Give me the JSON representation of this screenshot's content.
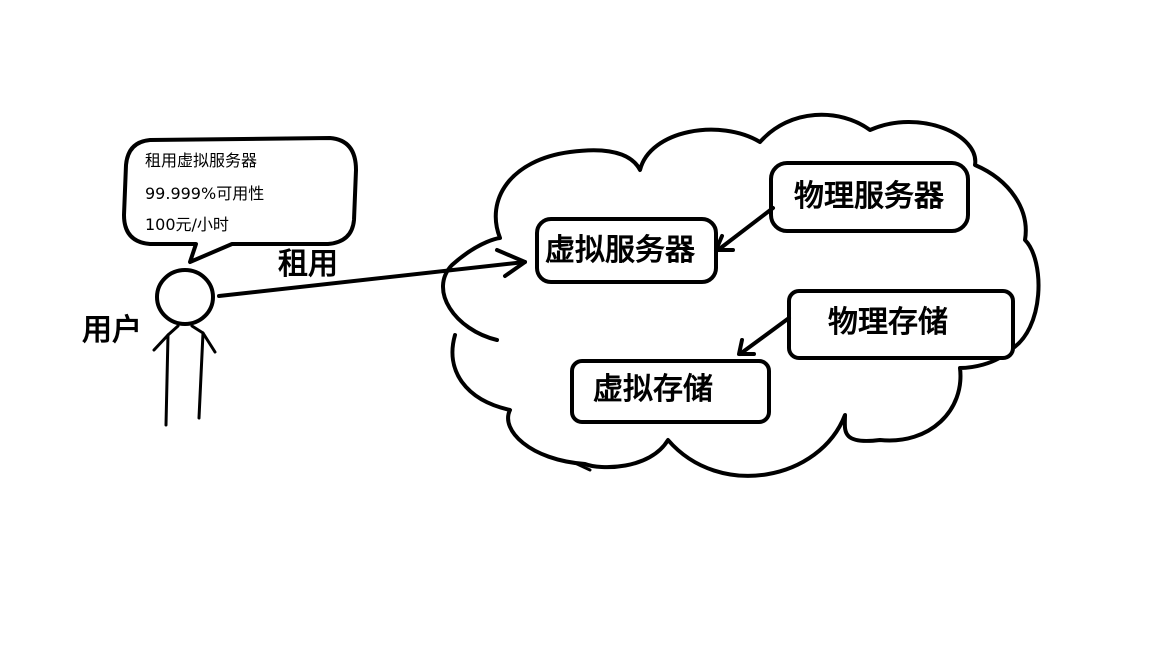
{
  "user": {
    "label": "用户",
    "speech_bubble": {
      "lines": [
        "租用虚拟服务器",
        "99.999%可用性",
        "100元/小时"
      ]
    }
  },
  "arrow": {
    "label": "租用"
  },
  "cloud": {
    "nodes": {
      "virtual_server": "虚拟服务器",
      "physical_server": "物理服务器",
      "physical_storage": "物理存储",
      "virtual_storage": "虚拟存储"
    }
  }
}
